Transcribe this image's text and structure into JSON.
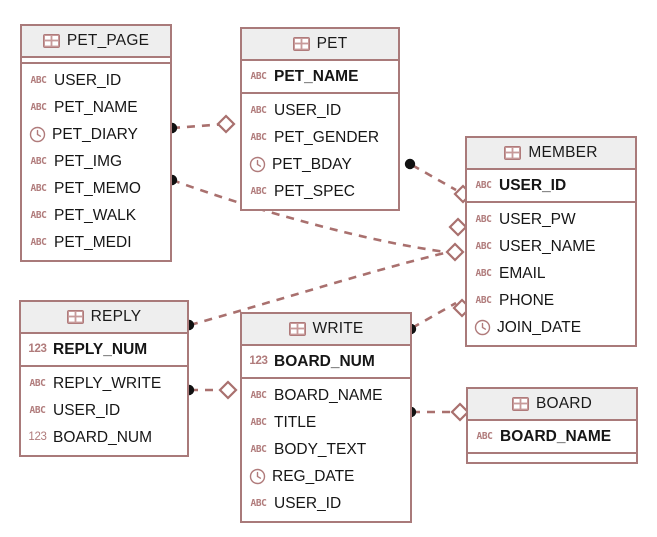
{
  "diagram": {
    "type": "er-diagram",
    "title": "",
    "colors": {
      "border": "#a97a7a",
      "header_bg": "#eeeeee",
      "icon": "#b07b7b",
      "connector": "#a9706e",
      "text": "#161616",
      "background": "#ffffff"
    },
    "notation": "crow-foot-dashed (filled-circle = many/child, open-diamond = one/parent)"
  },
  "entities": [
    {
      "id": "pet_page",
      "name": "PET_PAGE",
      "icon": "table-icon",
      "primary_keys": [],
      "attributes": [
        {
          "name": "USER_ID",
          "type_icon": "abc-icon"
        },
        {
          "name": "PET_NAME",
          "type_icon": "abc-icon"
        },
        {
          "name": "PET_DIARY",
          "type_icon": "clock-icon"
        },
        {
          "name": "PET_IMG",
          "type_icon": "abc-icon"
        },
        {
          "name": "PET_MEMO",
          "type_icon": "abc-icon"
        },
        {
          "name": "PET_WALK",
          "type_icon": "abc-icon"
        },
        {
          "name": "PET_MEDI",
          "type_icon": "abc-icon"
        }
      ]
    },
    {
      "id": "pet",
      "name": "PET",
      "icon": "table-icon",
      "primary_keys": [
        {
          "name": "PET_NAME",
          "type_icon": "abc-icon"
        }
      ],
      "attributes": [
        {
          "name": "USER_ID",
          "type_icon": "abc-icon"
        },
        {
          "name": "PET_GENDER",
          "type_icon": "abc-icon"
        },
        {
          "name": "PET_BDAY",
          "type_icon": "clock-icon"
        },
        {
          "name": "PET_SPEC",
          "type_icon": "abc-icon"
        }
      ]
    },
    {
      "id": "member",
      "name": "MEMBER",
      "icon": "table-icon",
      "primary_keys": [
        {
          "name": "USER_ID",
          "type_icon": "abc-icon"
        }
      ],
      "attributes": [
        {
          "name": "USER_PW",
          "type_icon": "abc-icon"
        },
        {
          "name": "USER_NAME",
          "type_icon": "abc-icon"
        },
        {
          "name": "EMAIL",
          "type_icon": "abc-icon"
        },
        {
          "name": "PHONE",
          "type_icon": "abc-icon"
        },
        {
          "name": "JOIN_DATE",
          "type_icon": "clock-icon"
        }
      ]
    },
    {
      "id": "reply",
      "name": "REPLY",
      "icon": "table-icon",
      "primary_keys": [
        {
          "name": "REPLY_NUM",
          "type_icon": "123-icon"
        }
      ],
      "attributes": [
        {
          "name": "REPLY_WRITE",
          "type_icon": "abc-icon"
        },
        {
          "name": "USER_ID",
          "type_icon": "abc-icon"
        },
        {
          "name": "BOARD_NUM",
          "type_icon": "123-icon"
        }
      ]
    },
    {
      "id": "write",
      "name": "WRITE",
      "icon": "table-icon",
      "primary_keys": [
        {
          "name": "BOARD_NUM",
          "type_icon": "123-icon"
        }
      ],
      "attributes": [
        {
          "name": "BOARD_NAME",
          "type_icon": "abc-icon"
        },
        {
          "name": "TITLE",
          "type_icon": "abc-icon"
        },
        {
          "name": "BODY_TEXT",
          "type_icon": "abc-icon"
        },
        {
          "name": "REG_DATE",
          "type_icon": "clock-icon"
        },
        {
          "name": "USER_ID",
          "type_icon": "abc-icon"
        }
      ]
    },
    {
      "id": "board",
      "name": "BOARD",
      "icon": "table-icon",
      "primary_keys": [
        {
          "name": "BOARD_NAME",
          "type_icon": "abc-icon"
        }
      ],
      "attributes": []
    }
  ],
  "relationships": [
    {
      "id": "r1",
      "from": "pet_page",
      "to": "pet",
      "from_marker": "filled-circle",
      "to_marker": "open-diamond",
      "style": "dashed"
    },
    {
      "id": "r2",
      "from": "pet_page",
      "to": "member",
      "from_marker": "filled-circle",
      "to_marker": "open-diamond",
      "style": "dashed"
    },
    {
      "id": "r3",
      "from": "pet",
      "to": "member",
      "from_marker": "filled-circle",
      "to_marker": "open-diamond",
      "style": "dashed"
    },
    {
      "id": "r4",
      "from": "reply",
      "to": "member",
      "from_marker": "filled-circle",
      "to_marker": "open-diamond",
      "style": "dashed"
    },
    {
      "id": "r5",
      "from": "write",
      "to": "member",
      "from_marker": "filled-circle",
      "to_marker": "open-diamond",
      "style": "dashed"
    },
    {
      "id": "r6",
      "from": "reply",
      "to": "write",
      "from_marker": "filled-circle",
      "to_marker": "open-diamond",
      "style": "dashed"
    },
    {
      "id": "r7",
      "from": "write",
      "to": "board",
      "from_marker": "filled-circle",
      "to_marker": "open-diamond",
      "style": "dashed"
    }
  ]
}
